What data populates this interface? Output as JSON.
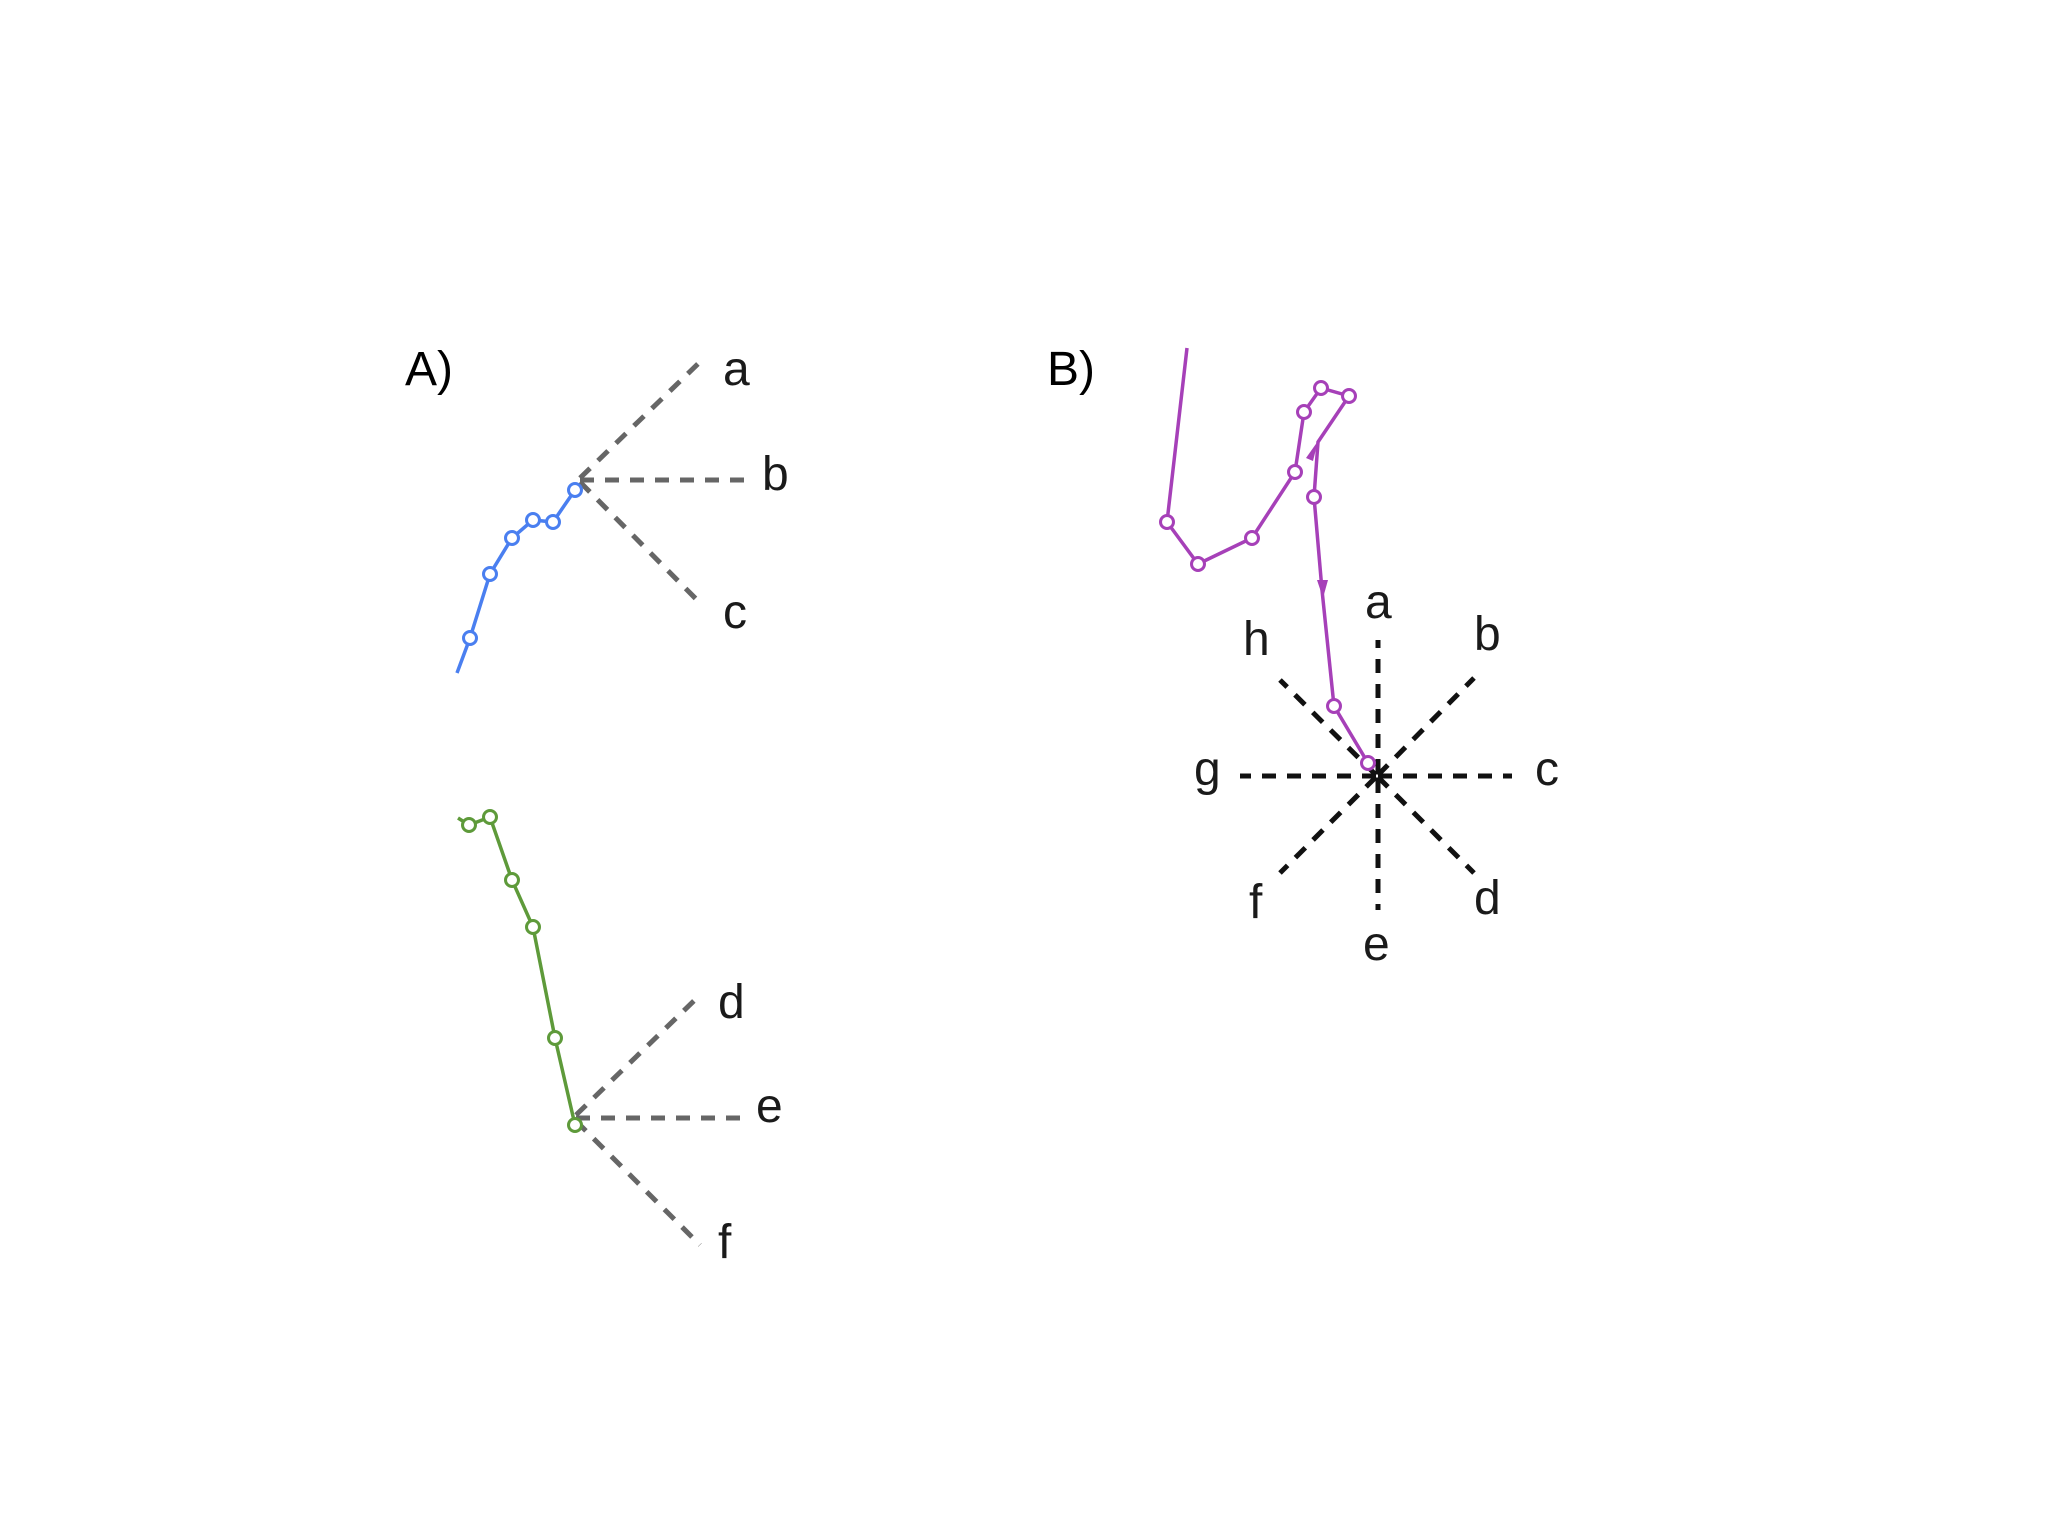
{
  "panels": [
    {
      "label": "A)",
      "groups": [
        {
          "trajectory_color": "#4a7ff0",
          "directions": [
            "a",
            "b",
            "c"
          ]
        },
        {
          "trajectory_color": "#5e9a3a",
          "directions": [
            "d",
            "e",
            "f"
          ]
        }
      ]
    },
    {
      "label": "B)",
      "trajectory_color": "#a640b8",
      "directions": [
        "a",
        "b",
        "c",
        "d",
        "e",
        "f",
        "g",
        "h"
      ]
    }
  ],
  "colors": {
    "guide_line_grey": "#666666",
    "guide_line_black": "#111111",
    "text": "#1a1a1a"
  }
}
